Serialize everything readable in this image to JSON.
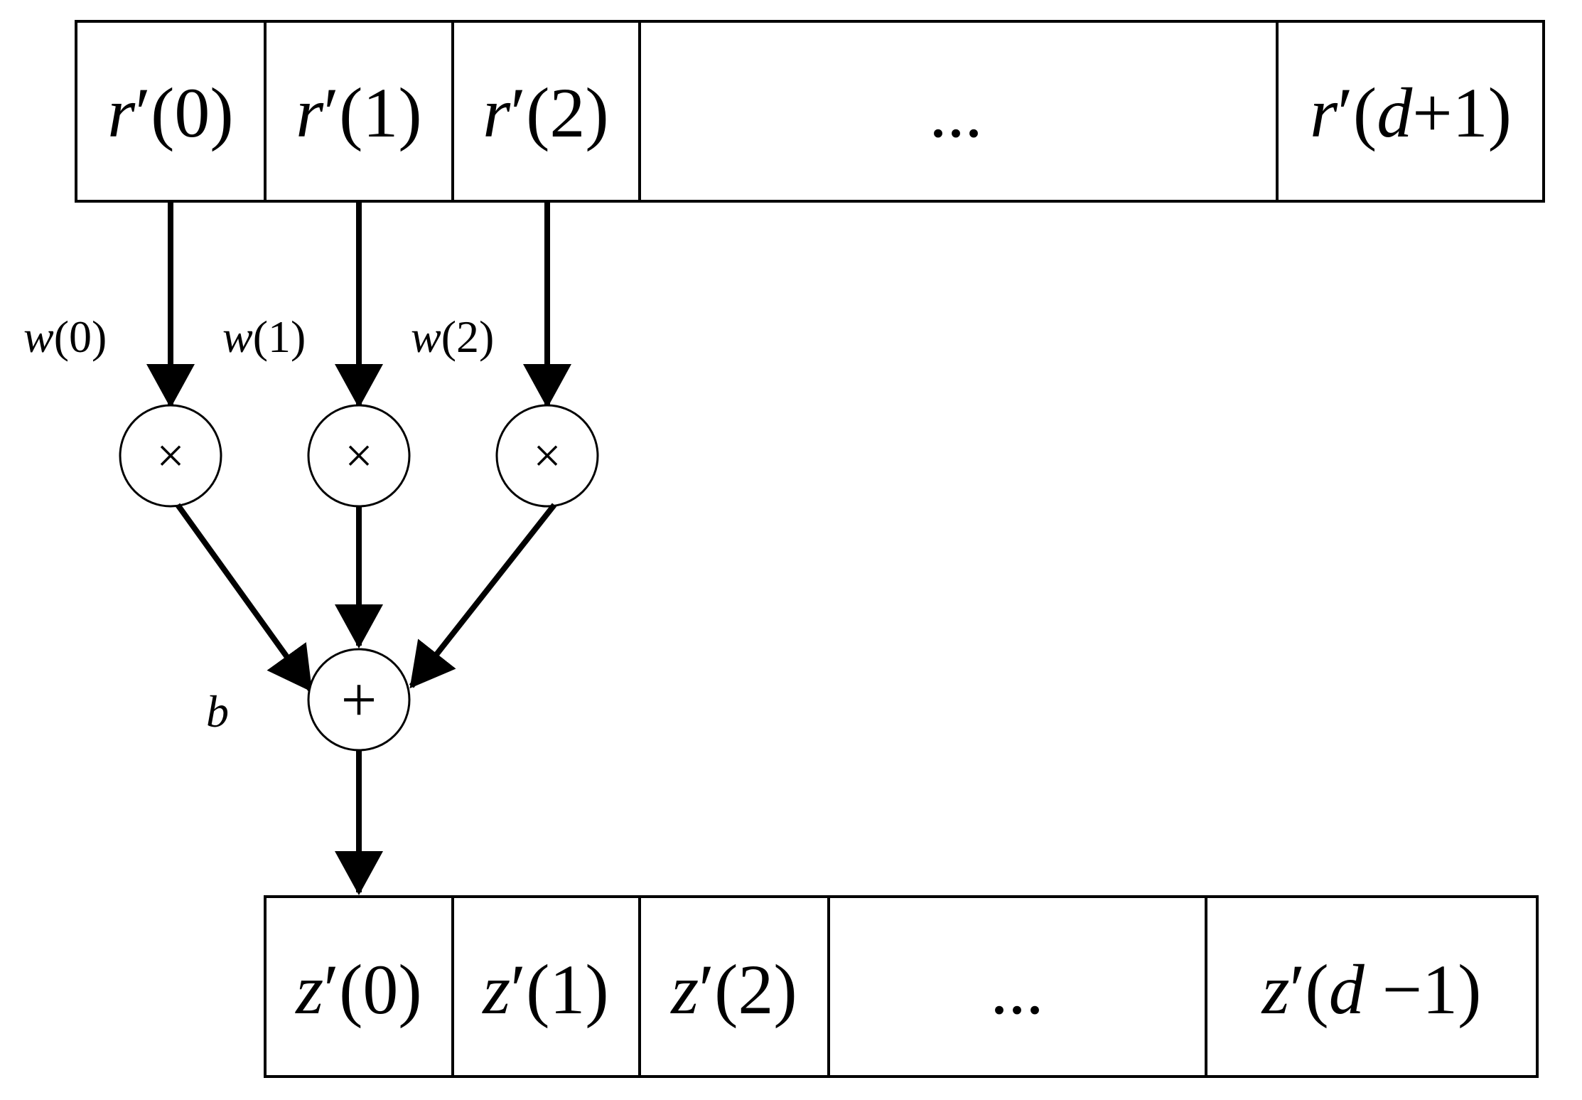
{
  "input_array": {
    "cells": [
      {
        "var": "r",
        "arg": "(0)"
      },
      {
        "var": "r",
        "arg": "(1)"
      },
      {
        "var": "r",
        "arg": "(2)"
      },
      {
        "ellipsis": "..."
      },
      {
        "var": "r",
        "arg_open": "(",
        "arg_var": "d",
        "arg_rest": "+1)"
      }
    ]
  },
  "weights": [
    {
      "var": "w",
      "arg": "(0)"
    },
    {
      "var": "w",
      "arg": "(1)"
    },
    {
      "var": "w",
      "arg": "(2)"
    }
  ],
  "multiply_symbol": "×",
  "add_symbol": "+",
  "bias_label": "b",
  "output_array": {
    "cells": [
      {
        "var": "z",
        "arg": "(0)"
      },
      {
        "var": "z",
        "arg": "(1)"
      },
      {
        "var": "z",
        "arg": "(2)"
      },
      {
        "ellipsis": "..."
      },
      {
        "var": "z",
        "arg_open": "(",
        "arg_var": "d",
        "arg_rest": " −1)"
      }
    ]
  },
  "prime_mark": "′",
  "colors": {
    "line": "#000000",
    "background": "#ffffff"
  }
}
